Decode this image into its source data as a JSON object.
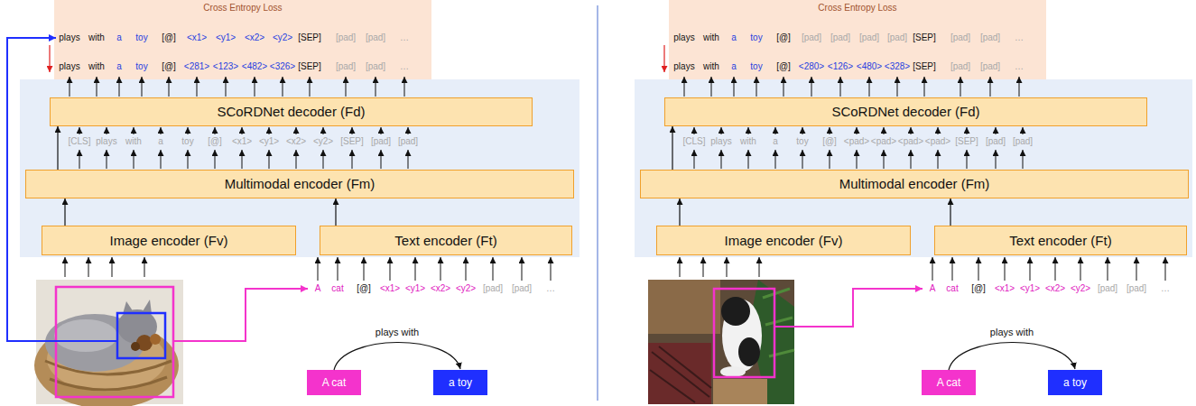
{
  "diagram": {
    "nodes": [
      {
        "text": [
          "Cross Entropy Loss"
        ]
      },
      {
        "text": [
          "SCoRDNet decoder (Fd)"
        ]
      },
      {
        "text": [
          "Multimodal encoder (Fm)"
        ]
      },
      {
        "text": [
          "Image encoder (Fv)"
        ]
      },
      {
        "text": [
          "Text encoder (Ft)"
        ]
      },
      {
        "text": [
          "A cat"
        ]
      },
      {
        "text": [
          "a toy"
        ]
      },
      {
        "text": [
          "Cross Entropy Loss"
        ]
      },
      {
        "text": [
          "SCoRDNet decoder (Fd)"
        ]
      },
      {
        "text": [
          "Multimodal encoder (Fm)"
        ]
      },
      {
        "text": [
          "Image encoder (Fv)"
        ]
      },
      {
        "text": [
          "Text encoder (Ft)"
        ]
      },
      {
        "text": [
          "A cat"
        ]
      },
      {
        "text": [
          "a toy"
        ]
      }
    ],
    "edges": [
      {
        "from": 3,
        "to": 2,
        "arrow": "to"
      },
      {
        "from": 4,
        "to": 2,
        "arrow": "to"
      },
      {
        "from": 2,
        "to": 1,
        "arrow": "to"
      },
      {
        "from": 5,
        "to": 6,
        "label": "plays with",
        "arrow": "to"
      },
      {
        "from": 10,
        "to": 9,
        "arrow": "to"
      },
      {
        "from": 11,
        "to": 9,
        "arrow": "to"
      },
      {
        "from": 9,
        "to": 8,
        "arrow": "to"
      },
      {
        "from": 12,
        "to": 13,
        "label": "plays with",
        "arrow": "to"
      }
    ],
    "labels": [
      "plays",
      "with",
      "a",
      "toy",
      "[@]",
      "<x1>",
      "<y1>",
      "<x2>",
      "<y2>",
      "[SEP]",
      "[pad]",
      "[pad]",
      "…",
      "plays",
      "with",
      "a",
      "toy",
      "[@]",
      "<281>",
      "<123>",
      "<482>",
      "<326>",
      "[SEP]",
      "[pad]",
      "[pad]",
      "…",
      "[CLS]",
      "plays",
      "with",
      "a",
      "toy",
      "[@]",
      "<x1>",
      "<y1>",
      "<x2>",
      "<y2>",
      "[SEP]",
      "[pad]",
      "[pad]",
      "A",
      "cat",
      "[@]",
      "<x1>",
      "<y1>",
      "<x2>",
      "<y2>",
      "[pad]",
      "[pad]",
      "…",
      "plays",
      "with",
      "a",
      "toy",
      "[@]",
      "[pad]",
      "[pad]",
      "[pad]",
      "[pad]",
      "[SEP]",
      "[pad]",
      "[pad]",
      "…",
      "plays",
      "with",
      "a",
      "toy",
      "[@]",
      "<280>",
      "<126>",
      "<480>",
      "<328>",
      "[SEP]",
      "[pad]",
      "[pad]",
      "…",
      "[CLS]",
      "plays",
      "with",
      "a",
      "toy",
      "[@]",
      "<pad>",
      "<pad>",
      "<pad>",
      "<pad>",
      "[SEP]",
      "[pad]",
      "[pad]",
      "A",
      "cat",
      "[@]",
      "<x1>",
      "<y1>",
      "<x2>",
      "<y2>",
      "[pad]",
      "[pad]",
      "…"
    ]
  }
}
